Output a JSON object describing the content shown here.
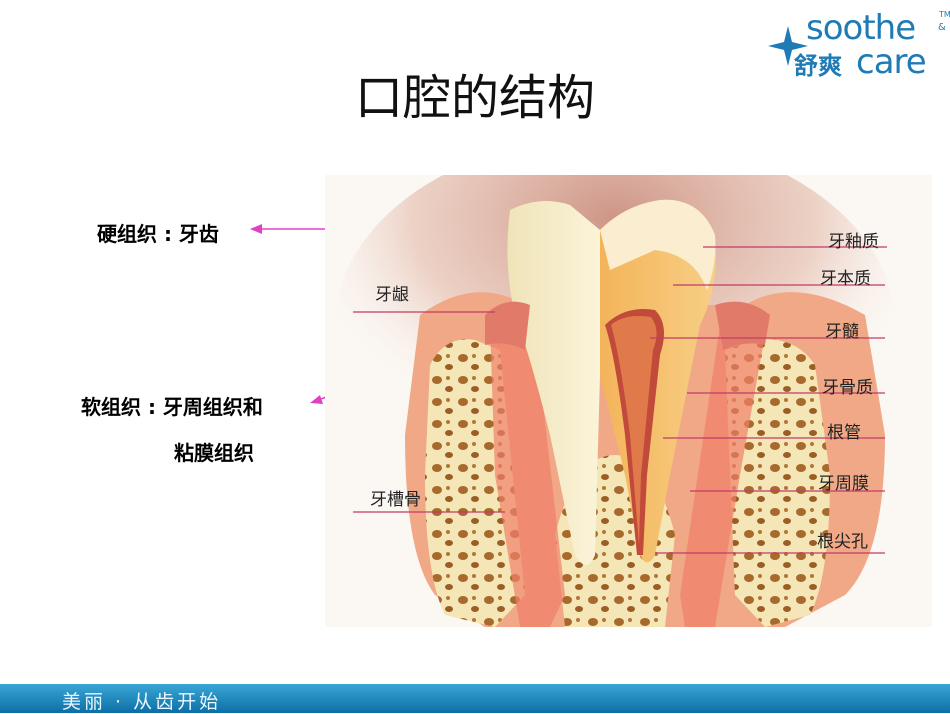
{
  "slide": {
    "title": "口腔的结构",
    "footer_text": "美丽 · 从齿开始"
  },
  "logo": {
    "line1": "soothe",
    "amp": "&",
    "tm": "TM",
    "cn": "舒爽",
    "line2": "care"
  },
  "left_labels": {
    "hard": "硬组织 : 牙齿",
    "soft_line1": "软组织 : 牙周组织和",
    "soft_line2": "粘膜组织"
  },
  "diagram_labels": {
    "gum": "牙龈",
    "alveolar_bone": "牙槽骨",
    "enamel": "牙釉质",
    "dentin": "牙本质",
    "pulp": "牙髓",
    "cementum": "牙骨质",
    "root_canal": "根管",
    "periodontal_membrane": "牙周膜",
    "apical_foramen": "根尖孔"
  },
  "colors": {
    "arrow": "#e040c8",
    "leader": "#c23a6a",
    "footer_blue": "#1a86c2",
    "logo_blue": "#1f7bb6"
  }
}
